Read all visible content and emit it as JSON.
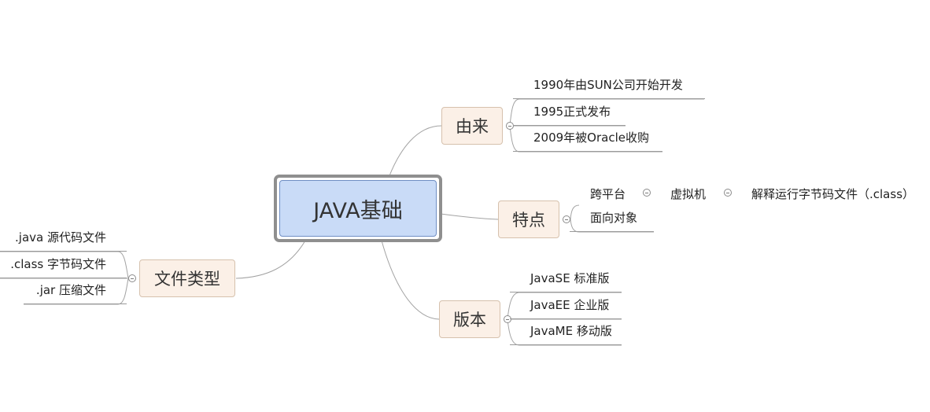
{
  "root": {
    "label": "JAVA基础"
  },
  "origin": {
    "label": "由来",
    "items": [
      "1990年由SUN公司开始开发",
      "1995正式发布",
      "2009年被Oracle收购"
    ]
  },
  "features": {
    "label": "特点",
    "chain": [
      "跨平台",
      "虚拟机",
      "解释运行字节码文件（.class）"
    ],
    "object": "面向对象"
  },
  "editions": {
    "label": "版本",
    "items": [
      "JavaSE 标准版",
      "JavaEE 企业版",
      "JavaME 移动版"
    ]
  },
  "filetypes": {
    "label": "文件类型",
    "items": [
      ".java  源代码文件",
      ".class 字节码文件",
      ".jar 压缩文件"
    ]
  }
}
